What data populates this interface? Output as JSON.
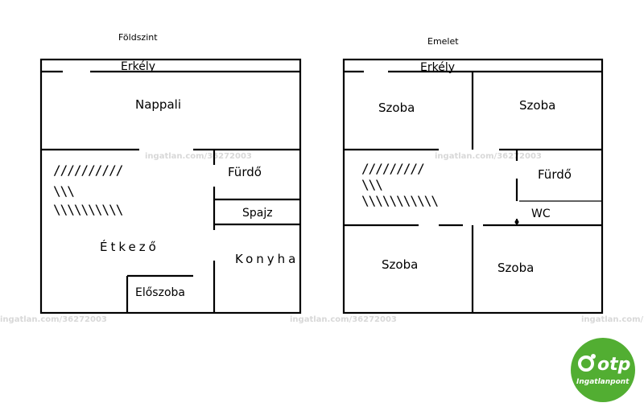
{
  "floors": {
    "ground": {
      "title": "Földszint",
      "rooms": {
        "balcony": "Erkély",
        "living_room": "Nappali",
        "bathroom": "Fürdő",
        "pantry": "Spajz",
        "dining": "Étkező",
        "kitchen": "Konyha",
        "hall": "Előszoba"
      },
      "stairs": [
        "//////////",
        "\\\\\\",
        "\\\\\\\\\\\\\\\\\\\\"
      ]
    },
    "upper": {
      "title": "Emelet",
      "rooms": {
        "balcony": "Erkély",
        "room_top_left": "Szoba",
        "room_top_right": "Szoba",
        "bathroom": "Fürdő",
        "wc": "WC",
        "room_bottom_left": "Szoba",
        "room_bottom_right": "Szoba"
      },
      "stairs": [
        "/////////",
        "\\\\\\",
        "\\\\\\\\\\\\\\\\\\\\\\"
      ]
    }
  },
  "watermark": "ingatlan.com/36272003",
  "logo": {
    "brand": "otp",
    "subtitle": "Ingatlanpont",
    "color": "#52ae32"
  }
}
